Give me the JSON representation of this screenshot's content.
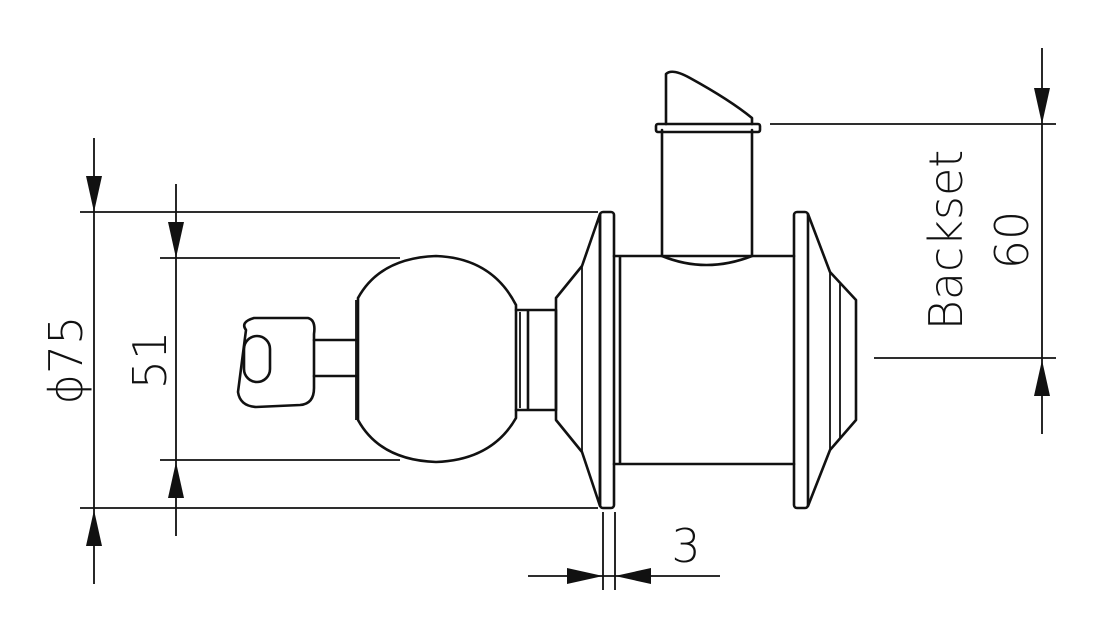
{
  "dimensions": {
    "outer_diameter": {
      "symbol": "ϕ",
      "value": "75"
    },
    "inner_height": {
      "value": "51"
    },
    "backset": {
      "label": "Backset",
      "value": "60"
    },
    "rose_thickness": {
      "value": "3"
    }
  }
}
